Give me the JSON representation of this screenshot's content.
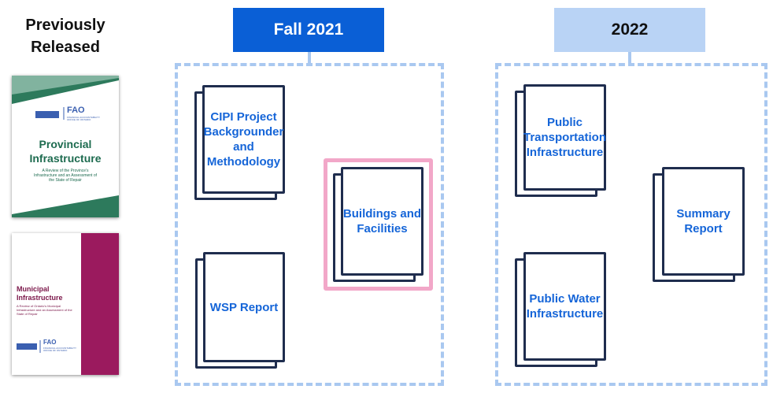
{
  "previously_released": {
    "heading": "Previously Released",
    "covers": [
      {
        "logo": "FAO",
        "logo_sub": "FINANCIAL ACCOUNTABILITY OFFICE OF ONTARIO",
        "title": "Provincial Infrastructure",
        "subtitle": "A Review of the Province's Infrastructure and an Assessment of the State of Repair",
        "accent": "#1d6b4f"
      },
      {
        "logo": "FAO",
        "logo_sub": "FINANCIAL ACCOUNTABILITY OFFICE OF ONTARIO",
        "title": "Municipal Infrastructure",
        "subtitle": "A Review of Ontario's Municipal Infrastructure and an Assessment of the State of Repair",
        "accent": "#9b1a5e"
      }
    ]
  },
  "fall_2021": {
    "label": "Fall 2021",
    "color": "#0a5fd6",
    "documents": [
      "CIPI Project Backgrounder and Methodology",
      "WSP Report",
      "Buildings and Facilities"
    ],
    "highlight_color": "#f2a7c8"
  },
  "year_2022": {
    "label": "2022",
    "color": "#b9d3f5",
    "documents": [
      "Public Transportation Infrastructure",
      "Public Water Infrastructure",
      "Summary Report"
    ]
  },
  "colors": {
    "dashed": "#a9c8f0",
    "doc_stroke": "#1f2d4e",
    "doc_text": "#1565d8"
  }
}
